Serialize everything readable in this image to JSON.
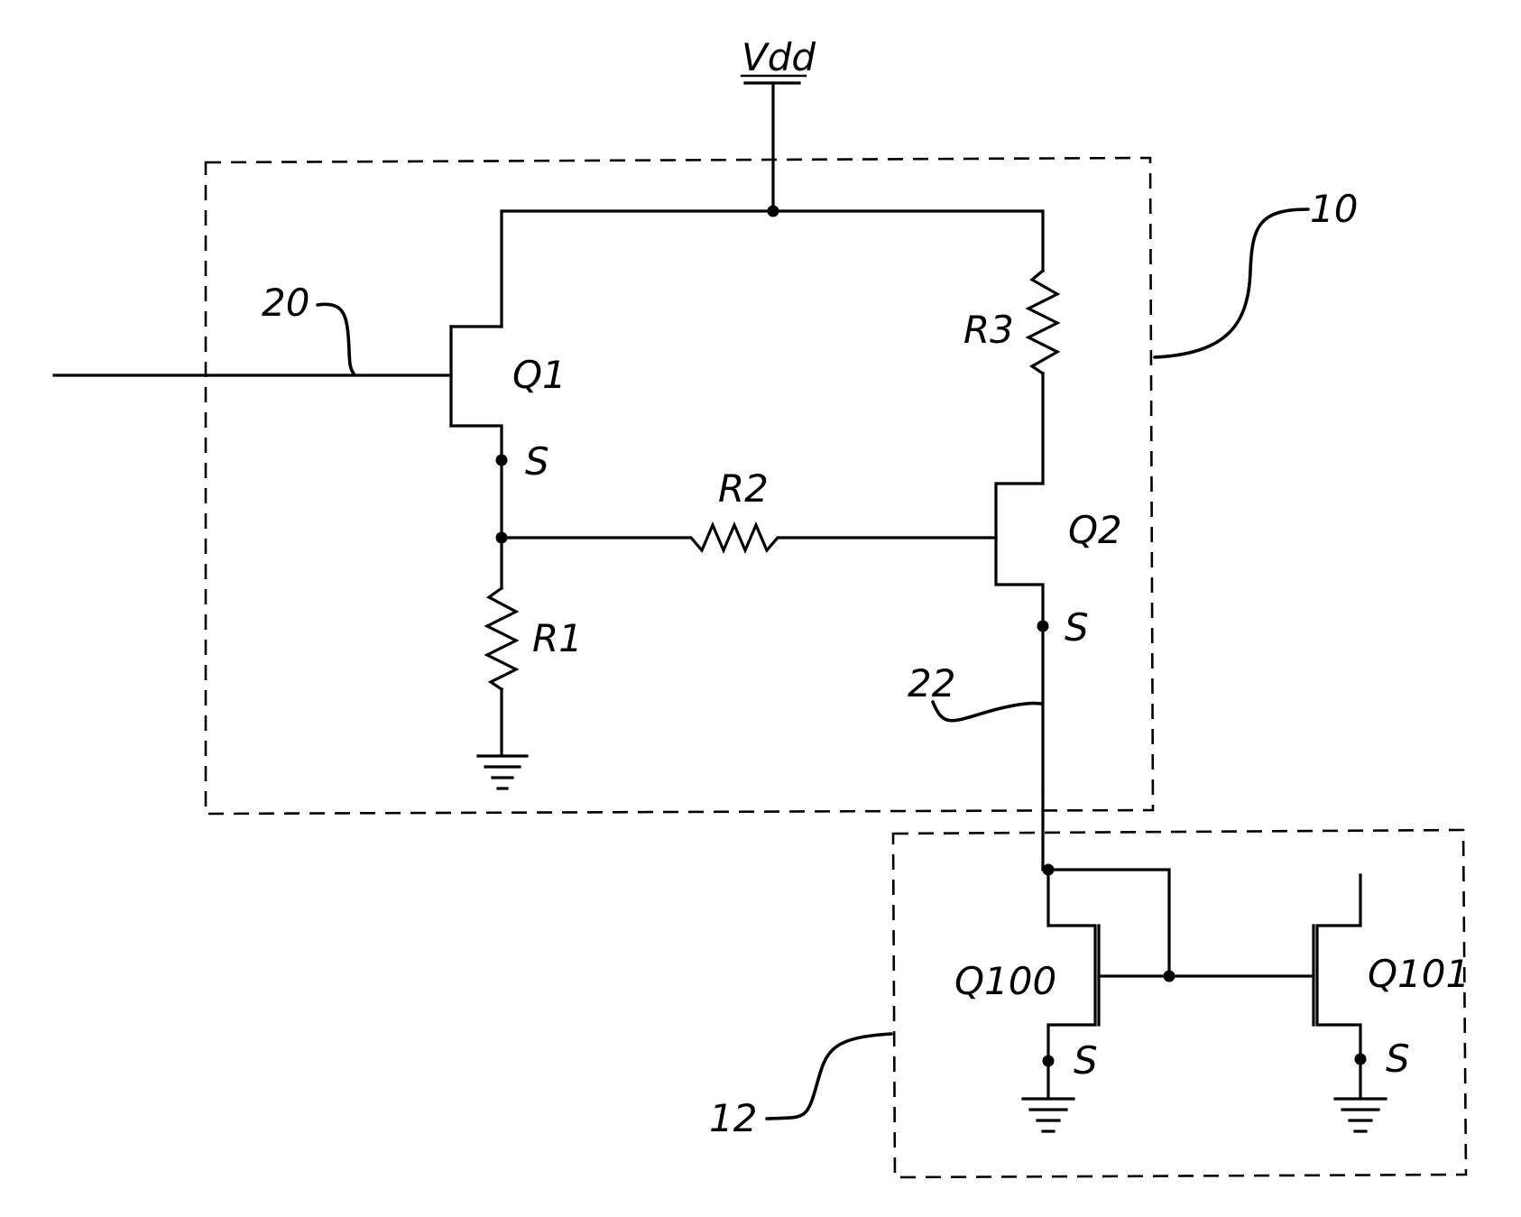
{
  "supply_label": "Vdd",
  "transistors": {
    "q1": "Q1",
    "q2": "Q2",
    "q100": "Q100",
    "q101": "Q101"
  },
  "resistors": {
    "r1": "R1",
    "r2": "R2",
    "r3": "R3"
  },
  "source_label": "S",
  "reference_numerals": {
    "regulator_block": "10",
    "current_mirror_block": "12",
    "input_line": "20",
    "output_node": "22"
  }
}
